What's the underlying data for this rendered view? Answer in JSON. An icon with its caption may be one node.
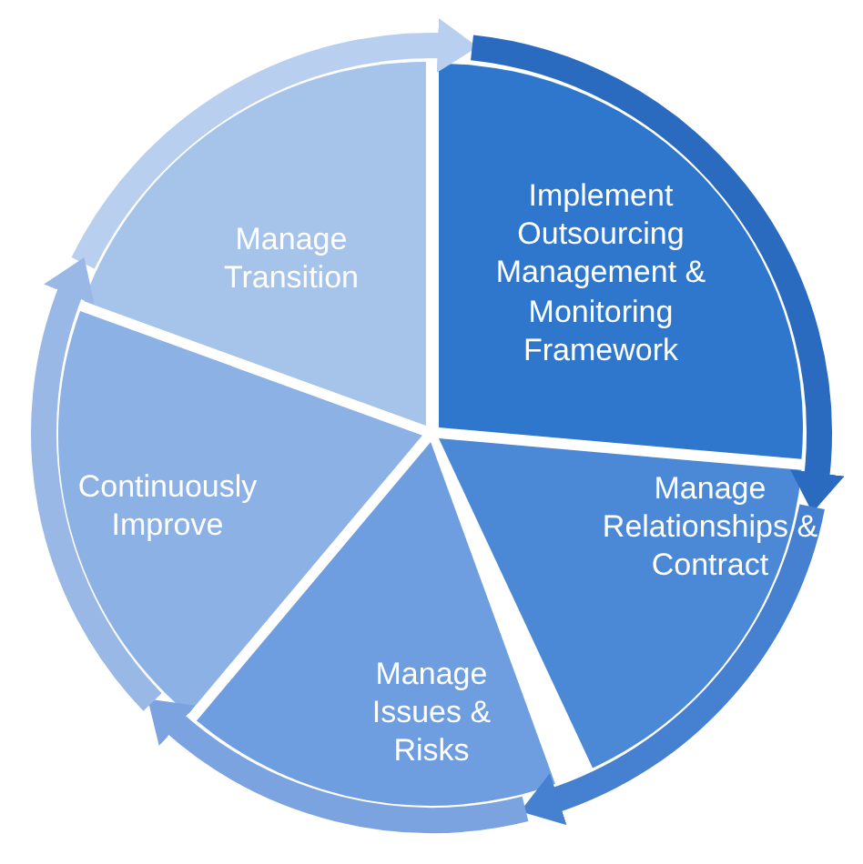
{
  "diagram": {
    "nodes": [
      {
        "text": [
          "Manage Transition"
        ]
      },
      {
        "text": [
          "Implement Outsourcing Management & Monitoring Framework"
        ]
      },
      {
        "text": [
          "Manage Relationships & Contract"
        ]
      },
      {
        "text": [
          "Manage Issues & Risks"
        ]
      },
      {
        "text": [
          "Continuously Improve"
        ]
      }
    ],
    "edges": [
      {
        "from": 0,
        "to": 1,
        "arrow": "to",
        "color": "#b9cfef"
      },
      {
        "from": 1,
        "to": 2,
        "arrow": "to",
        "color": "#2a6bc0"
      },
      {
        "from": 2,
        "to": 3,
        "arrow": "to",
        "color": "#4680d0"
      },
      {
        "from": 3,
        "to": 4,
        "arrow": "to",
        "color": "#7ba3e0"
      },
      {
        "from": 4,
        "to": 0,
        "arrow": "to",
        "color": "#9ab8e6"
      }
    ]
  }
}
